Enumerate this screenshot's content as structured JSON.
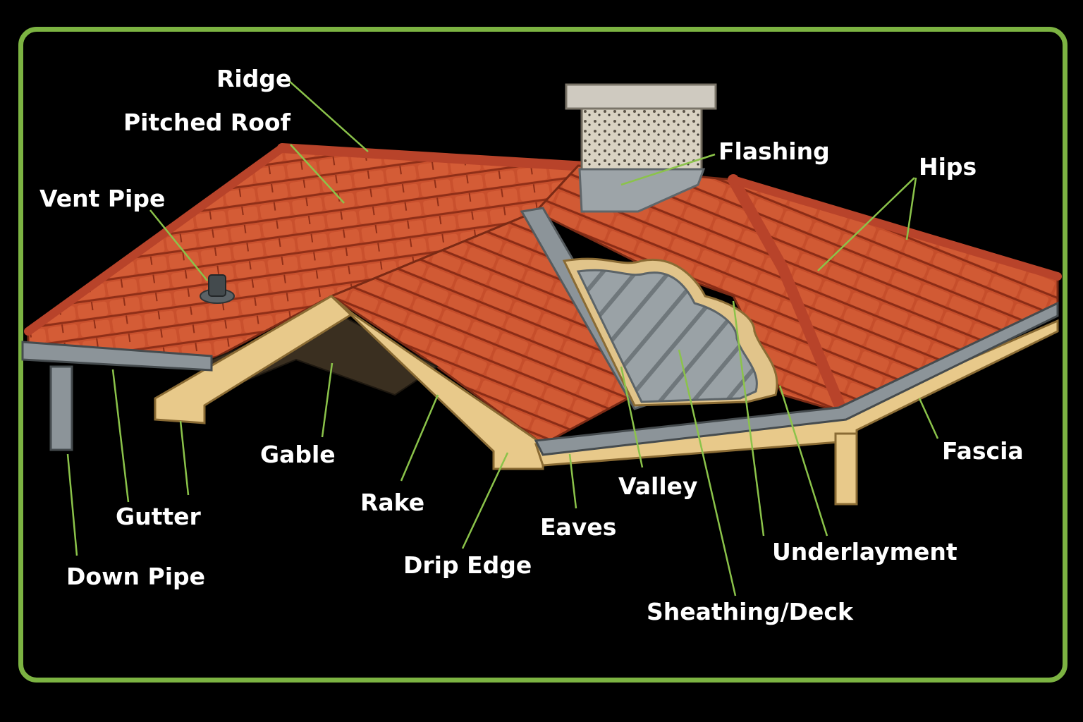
{
  "colors": {
    "frame": "#7cb342",
    "leader": "#8bc34a",
    "background": "#000000",
    "tile": "#c9502d",
    "tile_dark": "#8f2f18",
    "metal": "#8c9499",
    "wood": "#e8c98a"
  },
  "labels": {
    "ridge": "Ridge",
    "pitched_roof": "Pitched Roof",
    "vent_pipe": "Vent Pipe",
    "flashing": "Flashing",
    "hips": "Hips",
    "gable": "Gable",
    "gutter": "Gutter",
    "down_pipe": "Down Pipe",
    "rake": "Rake",
    "drip_edge": "Drip Edge",
    "eaves": "Eaves",
    "valley": "Valley",
    "fascia": "Fascia",
    "underlayment": "Underlayment",
    "sheathing_deck": "Sheathing/Deck"
  }
}
